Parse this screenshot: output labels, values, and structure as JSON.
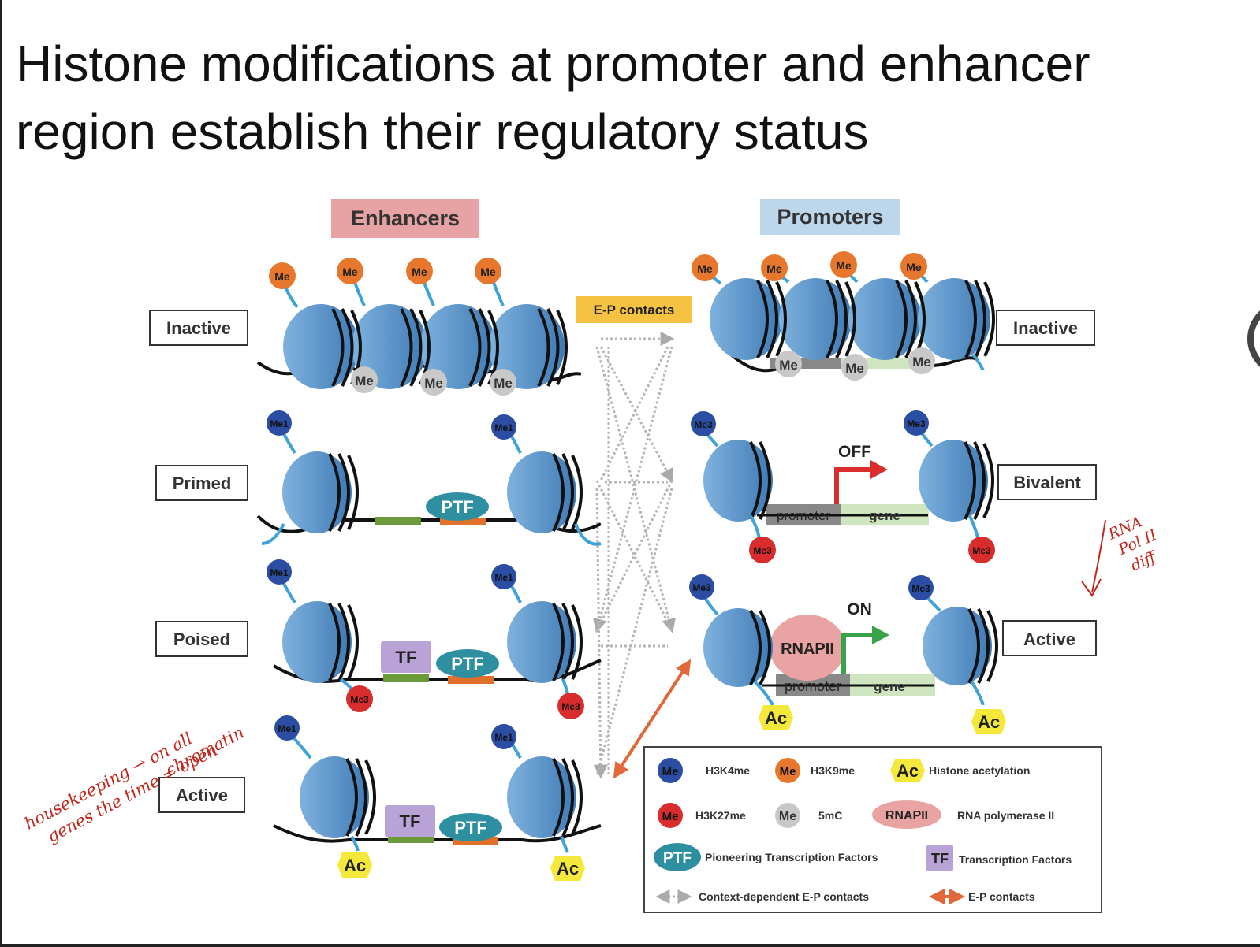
{
  "title": "Histone modifications at promoter and enhancer region establish their regulatory status",
  "headers": {
    "enhancers": "Enhancers",
    "promoters": "Promoters"
  },
  "ep_contacts_label": "E-P contacts",
  "enhancer_states": [
    "Inactive",
    "Primed",
    "Poised",
    "Active"
  ],
  "promoter_states": [
    "Inactive",
    "Bivalent",
    "Active"
  ],
  "marks": {
    "me": "Me",
    "me1": "Me1",
    "me3": "Me3",
    "ac": "Ac"
  },
  "factors": {
    "ptf": "PTF",
    "tf": "TF",
    "rnapii": "RNAPII"
  },
  "promoter_text": {
    "promoter": "promoter",
    "gene": "gene",
    "off": "OFF",
    "on": "ON"
  },
  "legend": {
    "h3k4me": "H3K4me",
    "h3k9me": "H3K9me",
    "acetylation": "Histone acetylation",
    "h3k27me": "H3K27me",
    "smc": "5mC",
    "rnapol": "RNA polymerase II",
    "ptf": "Pioneering Transcription Factors",
    "tf": "Transcription Factors",
    "context": "Context-dependent E-P contacts",
    "ep": "E-P contacts"
  },
  "annotations": {
    "note_left_1": "housekeeping → on all",
    "note_left_2": "genes   the time = open",
    "note_left_3": "chromatin",
    "note_right_1": "RNA",
    "note_right_2": "Pol II",
    "note_right_3": "diff"
  },
  "colors": {
    "h3k4me": "#2b4da3",
    "h3k9me": "#e8772e",
    "h3k27me": "#d92c2c",
    "smc": "#c8c8c8",
    "acetyl": "#f4e93a",
    "nucleosome": "#5b95c9",
    "ptf": "#2e8fa0",
    "tf": "#b9a3d6",
    "rnapii": "#e9a3a3",
    "enhancer_header": "#e3a0a0",
    "promoter_header": "#b9d3ea",
    "ep_box": "#f5c242",
    "annotation": "#c0281e"
  }
}
